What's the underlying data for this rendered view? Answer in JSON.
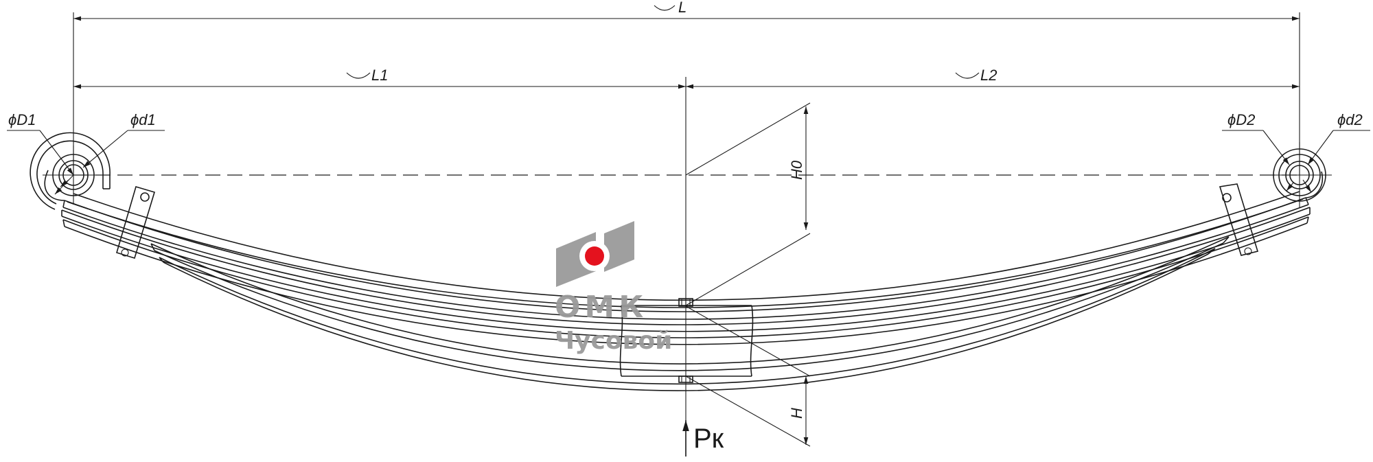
{
  "dimensions": {
    "overall_length": "L",
    "left_length": "L1",
    "right_length": "L2",
    "left_eye_outer": "ϕD1",
    "left_eye_inner": "ϕd1",
    "right_eye_outer": "ϕD2",
    "right_eye_inner": "ϕd2",
    "free_camber": "H0",
    "loaded_height": "H",
    "load_label": "Pк"
  },
  "logo": {
    "name": "ОМК",
    "city": "Чусовой",
    "colors": {
      "grey": "#9a9a9a",
      "red": "#e30613"
    }
  }
}
